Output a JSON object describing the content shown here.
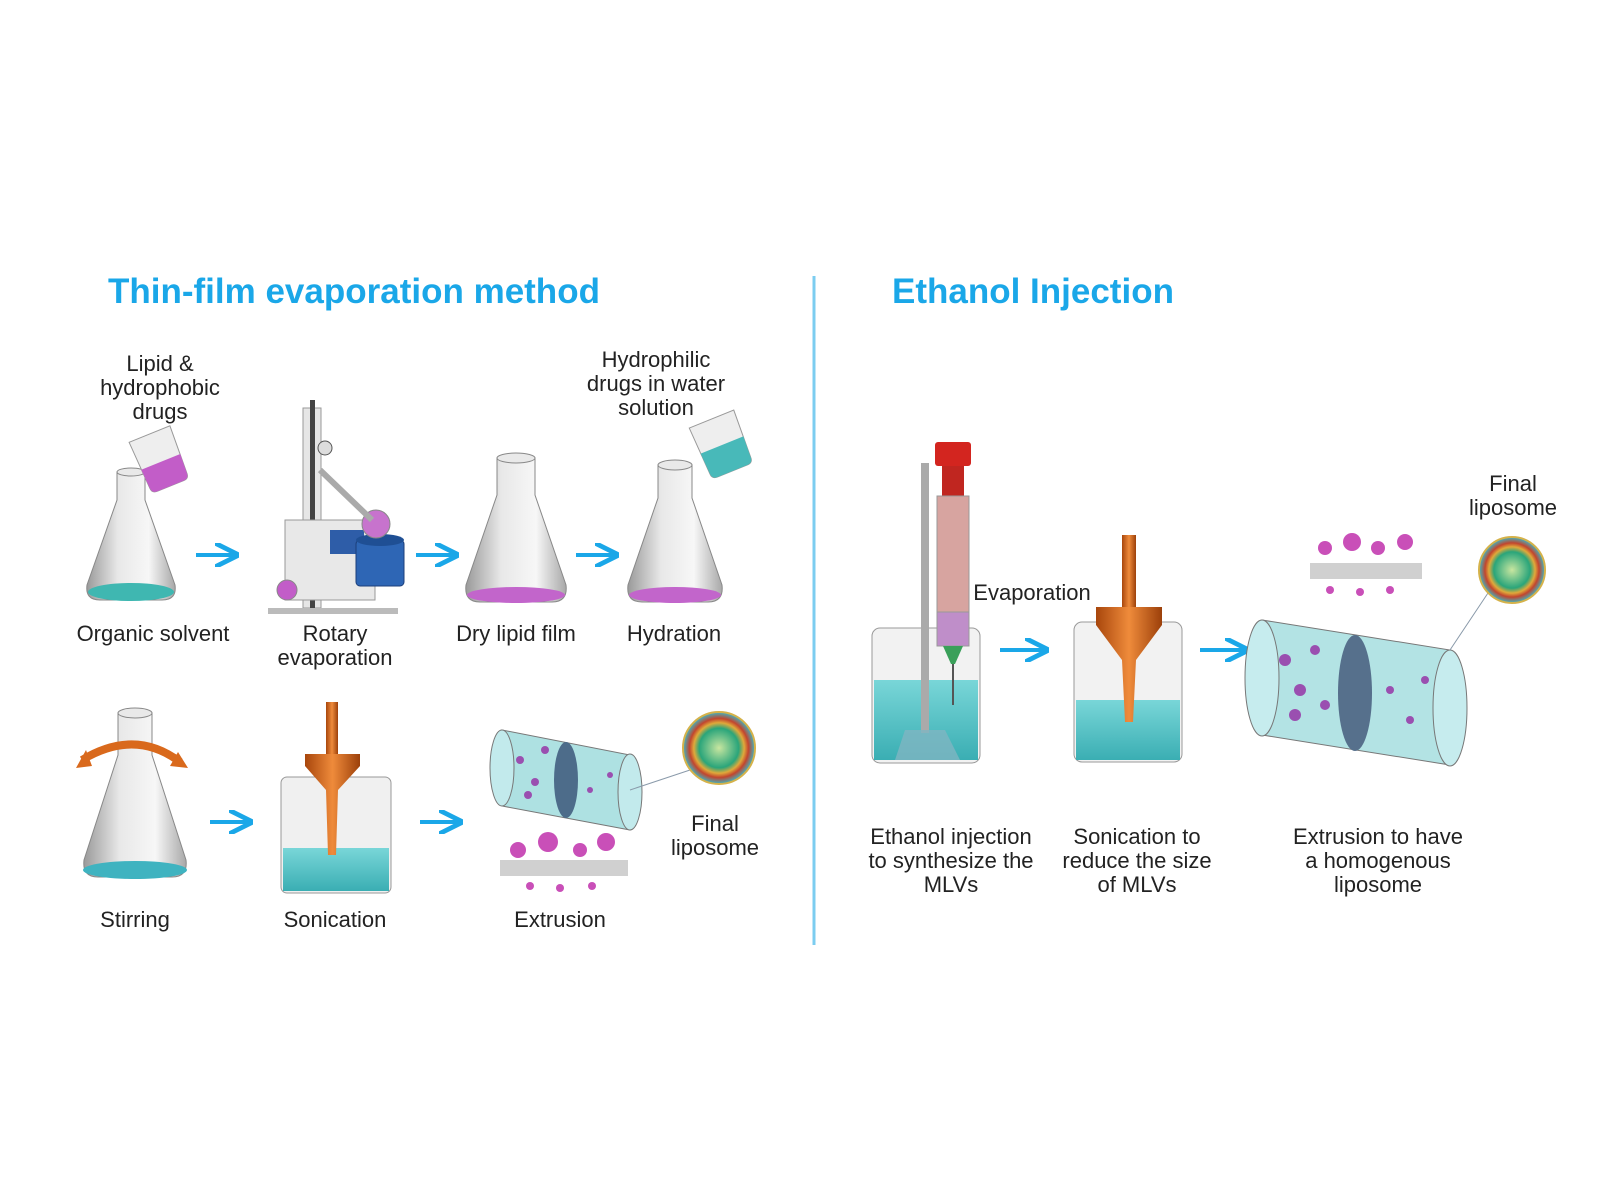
{
  "colors": {
    "accent": "#1aa7e8",
    "divider": "#7ccdf0",
    "lipid": "#c257c9",
    "water": "#45c3c6",
    "probe": "#d9691c"
  },
  "left": {
    "title": "Thin-film evaporation method",
    "labels": {
      "lipid_drugs": [
        "Lipid &",
        "hydrophobic",
        "drugs"
      ],
      "hydrophilic": [
        "Hydrophilic",
        "drugs in water",
        "solution"
      ],
      "organic_solvent": "Organic solvent",
      "rotary": [
        "Rotary",
        "evaporation"
      ],
      "dry_film": "Dry lipid film",
      "hydration": "Hydration",
      "stirring": "Stirring",
      "sonication": "Sonication",
      "extrusion": "Extrusion",
      "final": [
        "Final",
        "liposome"
      ]
    }
  },
  "right": {
    "title": "Ethanol Injection",
    "labels": {
      "evaporation": "Evaporation",
      "final": [
        "Final",
        "liposome"
      ],
      "step1": [
        "Ethanol injection",
        "to synthesize the",
        "MLVs"
      ],
      "step2": [
        "Sonication to",
        "reduce the size",
        "of MLVs"
      ],
      "step3": [
        "Extrusion to have",
        "a homogenous",
        "liposome"
      ]
    }
  }
}
